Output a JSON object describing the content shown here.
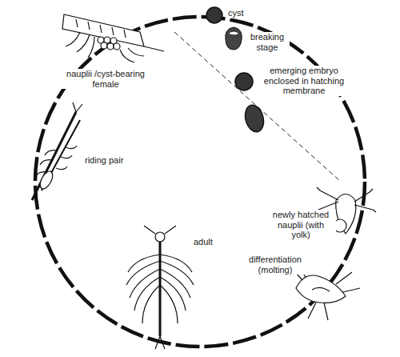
{
  "diagram": {
    "labels": [
      "cyst",
      "breaking stage",
      "emerging embryo enclosed in hatching membrane",
      "newly hatched nauplii (with yolk)",
      "differentiation (molting)",
      "adult",
      "riding pair",
      "nauplii /cyst-bearing female"
    ]
  }
}
